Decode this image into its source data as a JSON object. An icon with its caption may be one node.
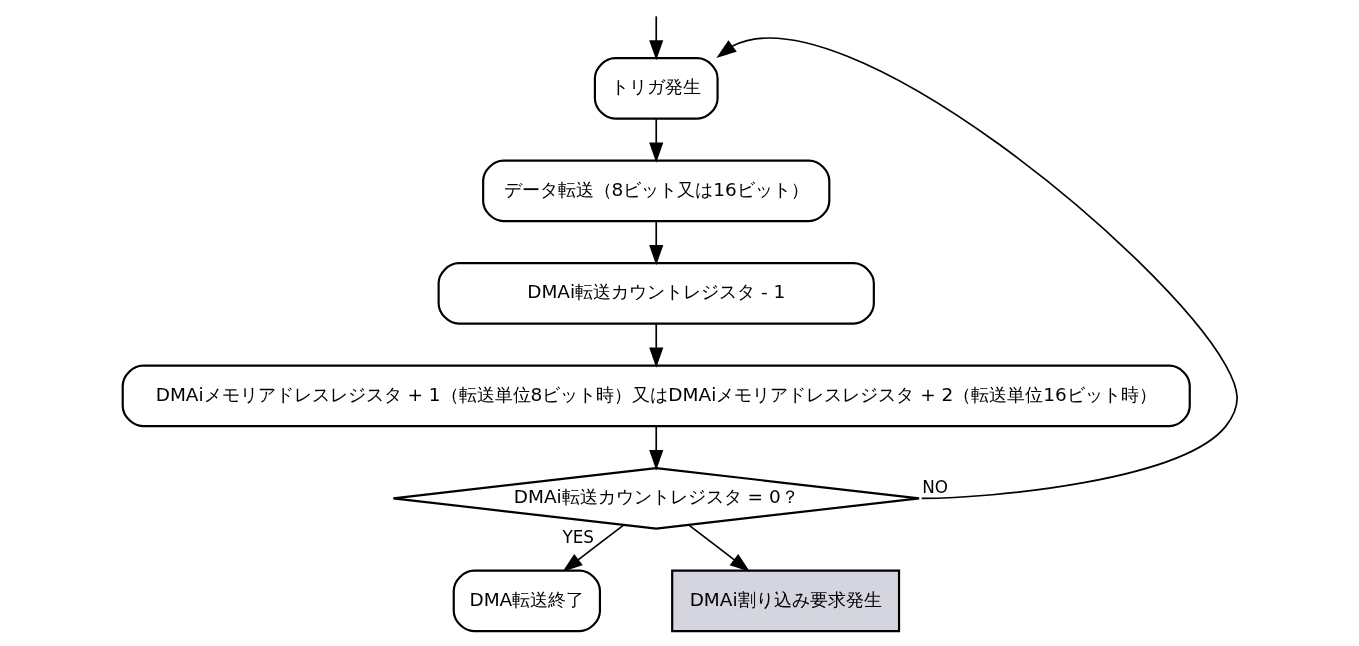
{
  "diagram": {
    "nodes": [
      {
        "text": [
          "トリガ発生"
        ]
      },
      {
        "text": [
          "データ転送（8ビット又は16ビット）"
        ]
      },
      {
        "text": [
          "DMAi転送カウントレジスタ - 1"
        ]
      },
      {
        "text": [
          "DMAiメモリアドレスレジスタ + 1（転送単位8ビット時）又はDMAiメモリアドレスレジスタ + 2（転送単位16ビット時）"
        ]
      },
      {
        "text": [
          "DMAi転送カウントレジスタ = 0？"
        ]
      },
      {
        "text": [
          "DMA転送終了"
        ]
      },
      {
        "text": [
          "DMAi割り込み要求発生"
        ]
      }
    ],
    "edges": [
      {
        "from": null,
        "to": 0,
        "arrow": "to"
      },
      {
        "from": 0,
        "to": 1,
        "arrow": "to"
      },
      {
        "from": 1,
        "to": 2,
        "arrow": "to"
      },
      {
        "from": 2,
        "to": 3,
        "arrow": "to"
      },
      {
        "from": 3,
        "to": 4,
        "arrow": "to"
      },
      {
        "from": 4,
        "to": 0,
        "arrow": "to",
        "label": "NO"
      },
      {
        "from": 4,
        "to": 5,
        "arrow": "to",
        "label": "YES"
      },
      {
        "from": 4,
        "to": 6,
        "arrow": "to"
      }
    ]
  }
}
